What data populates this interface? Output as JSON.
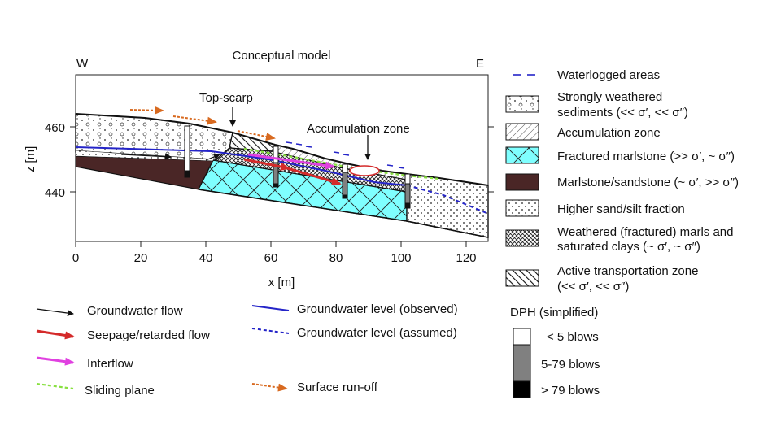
{
  "title": "Conceptual model",
  "west_label": "W",
  "east_label": "E",
  "top_scarp_label": "Top-scarp",
  "accumulation_label": "Accumulation zone",
  "y_axis_label": "z [m]",
  "x_axis_label": "x [m]",
  "y_ticks": [
    "460",
    "440"
  ],
  "x_ticks": [
    "0",
    "20",
    "40",
    "60",
    "80",
    "100",
    "120"
  ],
  "legend_right": [
    {
      "key": "waterlogged",
      "label": "Waterlogged areas"
    },
    {
      "key": "strongly_weathered",
      "label": "Strongly weathered",
      "label2": "sediments (<< σ′, << σ″)"
    },
    {
      "key": "accumulation",
      "label": "Accumulation zone"
    },
    {
      "key": "fractured",
      "label": "Fractured marlstone (>> σ′, ~ σ″)"
    },
    {
      "key": "marlstone",
      "label": "Marlstone/sandstone (~ σ′, >> σ″)"
    },
    {
      "key": "sand",
      "label": "Higher sand/silt fraction"
    },
    {
      "key": "weathered_marls",
      "label": "Weathered (fractured) marls and",
      "label2": "saturated clays (~ σ′, ~ σ″)"
    },
    {
      "key": "active",
      "label": "Active transportation zone",
      "label2": "(<< σ′, << σ″)"
    }
  ],
  "dph": {
    "title": "DPH (simplified)",
    "items": [
      "< 5 blows",
      "5-79 blows",
      "> 79 blows"
    ]
  },
  "legend_bottom": [
    {
      "key": "gw_flow",
      "label": "Groundwater flow"
    },
    {
      "key": "seepage",
      "label": "Seepage/retarded flow"
    },
    {
      "key": "interflow",
      "label": "Interflow"
    },
    {
      "key": "sliding",
      "label": "Sliding plane"
    },
    {
      "key": "gw_observed",
      "label": "Groundwater level (observed)"
    },
    {
      "key": "gw_assumed",
      "label": "Groundwater level (assumed)"
    },
    {
      "key": "runoff",
      "label": "Surface run-off"
    }
  ],
  "colors": {
    "fractured": "#7fffff",
    "marlstone": "#4a2626",
    "groundwater": "#2424c8",
    "seepage": "#d42a2a",
    "interflow": "#e040e0",
    "sliding": "#88e040",
    "runoff": "#d86a20",
    "dph_mid": "#808080"
  }
}
